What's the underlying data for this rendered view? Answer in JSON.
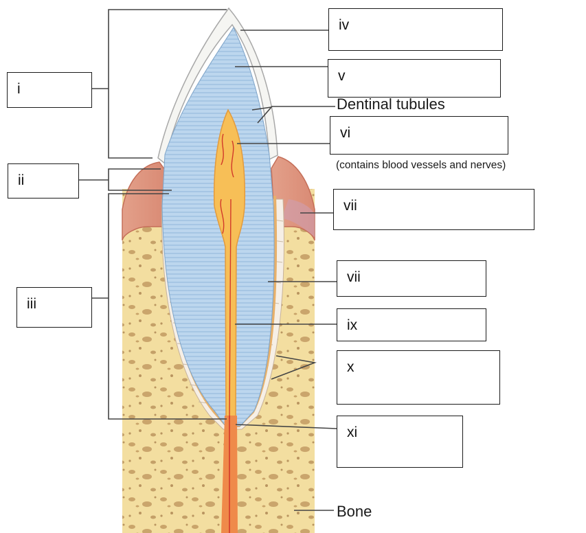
{
  "diagram": {
    "boxes": {
      "i": "i",
      "ii": "ii",
      "iii": "iii",
      "iv": "iv",
      "v": "v",
      "vi": "vi",
      "vii_a": "vii",
      "vii_b": "vii",
      "ix": "ix",
      "x": "x",
      "xi": "xi"
    },
    "labels": {
      "dentinal_tubules": "Dentinal tubules",
      "pulp_note": "(contains blood vessels and nerves)",
      "bone": "Bone"
    }
  }
}
